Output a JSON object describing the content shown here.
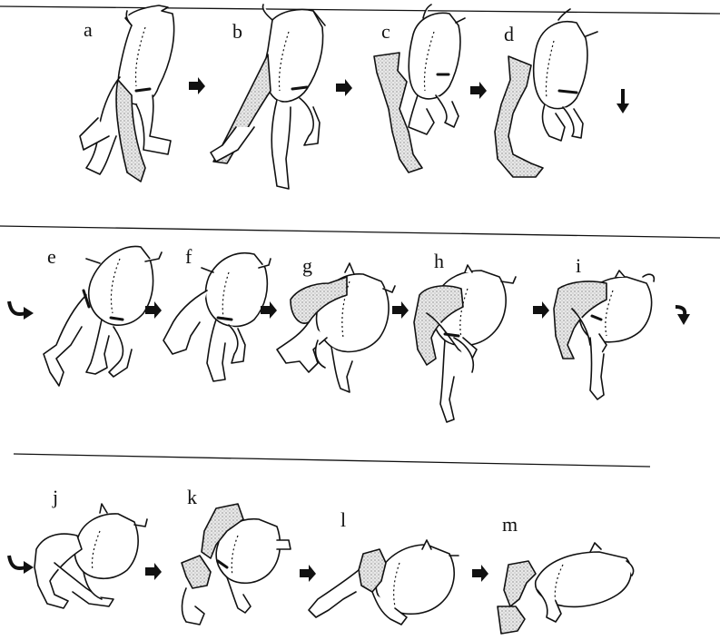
{
  "panels": [
    {
      "id": "a",
      "label": "a"
    },
    {
      "id": "b",
      "label": "b"
    },
    {
      "id": "c",
      "label": "c"
    },
    {
      "id": "d",
      "label": "d"
    },
    {
      "id": "e",
      "label": "e"
    },
    {
      "id": "f",
      "label": "f"
    },
    {
      "id": "g",
      "label": "g"
    },
    {
      "id": "h",
      "label": "h"
    },
    {
      "id": "i",
      "label": "i"
    },
    {
      "id": "j",
      "label": "j"
    },
    {
      "id": "k",
      "label": "k"
    },
    {
      "id": "l",
      "label": "l"
    },
    {
      "id": "m",
      "label": "m"
    }
  ]
}
